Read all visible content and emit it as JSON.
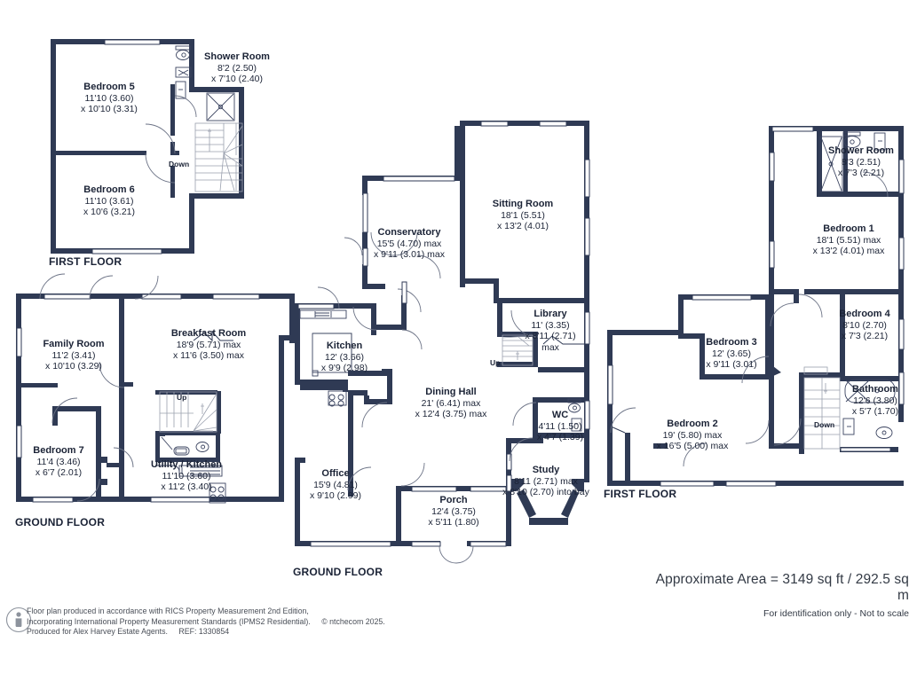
{
  "meta": {
    "wall_color": "#2f3a54",
    "text_color": "#1b2336",
    "background": "#ffffff"
  },
  "floor_labels": {
    "first_floor_left": "FIRST FLOOR",
    "ground_floor_left": "GROUND FLOOR",
    "ground_floor_center": "GROUND FLOOR",
    "first_floor_right": "FIRST FLOOR"
  },
  "stair_tags": {
    "down_left": "Down",
    "up_breakfast": "Up",
    "up_library": "Up",
    "down_right": "Down"
  },
  "rooms": [
    {
      "id": "bedroom-5",
      "name": "Bedroom 5",
      "dim1": "11'10 (3.60)",
      "dim2": "x 10'10 (3.31)",
      "dim3": ""
    },
    {
      "id": "bedroom-6",
      "name": "Bedroom 6",
      "dim1": "11'10 (3.61)",
      "dim2": "x 10'6 (3.21)",
      "dim3": ""
    },
    {
      "id": "shower-room-left",
      "name": "Shower Room",
      "dim1": "8'2 (2.50)",
      "dim2": "x 7'10 (2.40)",
      "dim3": ""
    },
    {
      "id": "family-room",
      "name": "Family Room",
      "dim1": "11'2 (3.41)",
      "dim2": "x 10'10 (3.29)",
      "dim3": ""
    },
    {
      "id": "bedroom-7",
      "name": "Bedroom 7",
      "dim1": "11'4 (3.46)",
      "dim2": "x 6'7 (2.01)",
      "dim3": ""
    },
    {
      "id": "breakfast-room",
      "name": "Breakfast Room",
      "dim1": "18'9 (5.71) max",
      "dim2": "x 11'6 (3.50)  max",
      "dim3": ""
    },
    {
      "id": "utility-kitchen",
      "name": "Utility / Kitchen",
      "dim1": "11'10 (3.60)",
      "dim2": "x 11'2 (3.40)",
      "dim3": ""
    },
    {
      "id": "kitchen",
      "name": "Kitchen",
      "dim1": "12' (3.66)",
      "dim2": "x 9'9 (2.98)",
      "dim3": ""
    },
    {
      "id": "conservatory",
      "name": "Conservatory",
      "dim1": "15'5 (4.70) max",
      "dim2": "x 9'11 (3.01) max",
      "dim3": ""
    },
    {
      "id": "sitting-room",
      "name": "Sitting Room",
      "dim1": "18'1 (5.51)",
      "dim2": "x 13'2 (4.01)",
      "dim3": ""
    },
    {
      "id": "library",
      "name": "Library",
      "dim1": "11' (3.35)",
      "dim2": "x 8'11 (2.71)",
      "dim3": "max"
    },
    {
      "id": "dining-hall",
      "name": "Dining Hall",
      "dim1": "21' (6.41) max",
      "dim2": "x 12'4 (3.75) max",
      "dim3": ""
    },
    {
      "id": "wc",
      "name": "WC",
      "dim1": "4'11 (1.50)",
      "dim2": "x 4'7 (1.39)",
      "dim3": ""
    },
    {
      "id": "office",
      "name": "Office",
      "dim1": "15'9 (4.81)",
      "dim2": "x 9'10 (2.99)",
      "dim3": ""
    },
    {
      "id": "porch",
      "name": "Porch",
      "dim1": "12'4 (3.75)",
      "dim2": "x 5'11 (1.80)",
      "dim3": ""
    },
    {
      "id": "study",
      "name": "Study",
      "dim1": "8'11 (2.71) max",
      "dim2": "x 8'10 (2.70) into bay",
      "dim3": ""
    },
    {
      "id": "shower-room-right",
      "name": "Shower Room",
      "dim1": "8'3 (2.51)",
      "dim2": "x 7'3 (2.21)",
      "dim3": ""
    },
    {
      "id": "bedroom-1",
      "name": "Bedroom 1",
      "dim1": "18'1 (5.51) max",
      "dim2": "x 13'2 (4.01) max",
      "dim3": ""
    },
    {
      "id": "bedroom-4",
      "name": "Bedroom 4",
      "dim1": "8'10 (2.70)",
      "dim2": "x 7'3 (2.21)",
      "dim3": ""
    },
    {
      "id": "bedroom-3",
      "name": "Bedroom 3",
      "dim1": "12' (3.65)",
      "dim2": "x 9'11 (3.01)",
      "dim3": ""
    },
    {
      "id": "bathroom",
      "name": "Bathroom",
      "dim1": "12'6 (3.80)",
      "dim2": "x 5'7 (1.70)",
      "dim3": ""
    },
    {
      "id": "bedroom-2",
      "name": "Bedroom 2",
      "dim1": "19' (5.80) max",
      "dim2": "x 16'5 (5.00) max",
      "dim3": ""
    }
  ],
  "area": {
    "main": "Approximate Area = 3149 sq ft / 292.5 sq m",
    "sub": "For identification only - Not to scale"
  },
  "footer": {
    "line1": "Floor plan produced in accordance with RICS Property Measurement 2nd Edition,",
    "line2": "Incorporating International Property Measurement Standards (IPMS2 Residential).",
    "copyright": "© ntchecom 2025.",
    "line3": "Produced for Alex Harvey Estate Agents.",
    "ref": "REF: 1330854"
  }
}
